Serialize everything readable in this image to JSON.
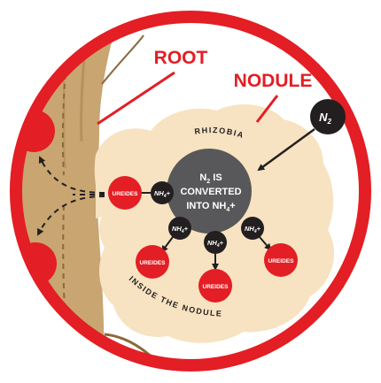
{
  "labels": {
    "root": "ROOT",
    "nodule": "NODULE",
    "rhizobia": "RHIZOBIA",
    "inside_nodule": "INSIDE THE NODULE",
    "n2_molecule": "N",
    "n2_subscript": "2",
    "center_line1_base": "N",
    "center_line1_sub": "2",
    "center_line1_rest": " IS",
    "center_line2": "CONVERTED",
    "center_line3_base": "INTO NH",
    "center_line3_sub": "4",
    "center_line3_rest": "+"
  },
  "nh4": {
    "base": "NH",
    "sub": "4",
    "sup": "+"
  },
  "ureides": {
    "left": "UREIDES",
    "bottom_left": "UREIDES",
    "bottom_center": "UREIDES",
    "bottom_right": "UREIDES"
  },
  "colors": {
    "red": "#e31e24",
    "root_tan": "#c9a571",
    "nodule_cream": "#f7e3c1",
    "center_gray": "#58585a",
    "dark": "#231f20"
  }
}
